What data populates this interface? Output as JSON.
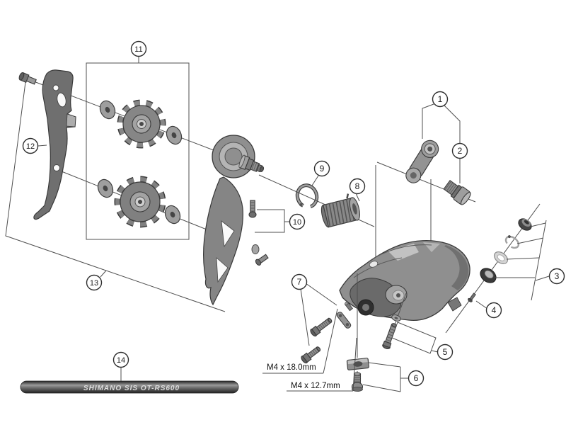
{
  "diagram": {
    "type": "exploded-parts-diagram",
    "subject": "rear-derailleur",
    "callouts": {
      "c1": "1",
      "c2": "2",
      "c3": "3",
      "c4": "4",
      "c5": "5",
      "c6": "6",
      "c7": "7",
      "c8": "8",
      "c9": "9",
      "c10": "10",
      "c11": "11",
      "c12": "12",
      "c13": "13",
      "c14": "14"
    },
    "dimension_labels": {
      "top": "M4 x 18.0mm",
      "bottom": "M4 x 12.7mm"
    },
    "cable_marking": "SHIMANO SIS OT-RS600",
    "colors": {
      "background": "#ffffff",
      "line": "#4f4f4f",
      "part_mid": "#8a8a8a",
      "part_dark": "#474747",
      "part_light": "#c4c4c4",
      "callout_stroke": "#2e2e2e",
      "cable_dark": "#2e2e2e",
      "cable_text": "#dedede"
    }
  }
}
